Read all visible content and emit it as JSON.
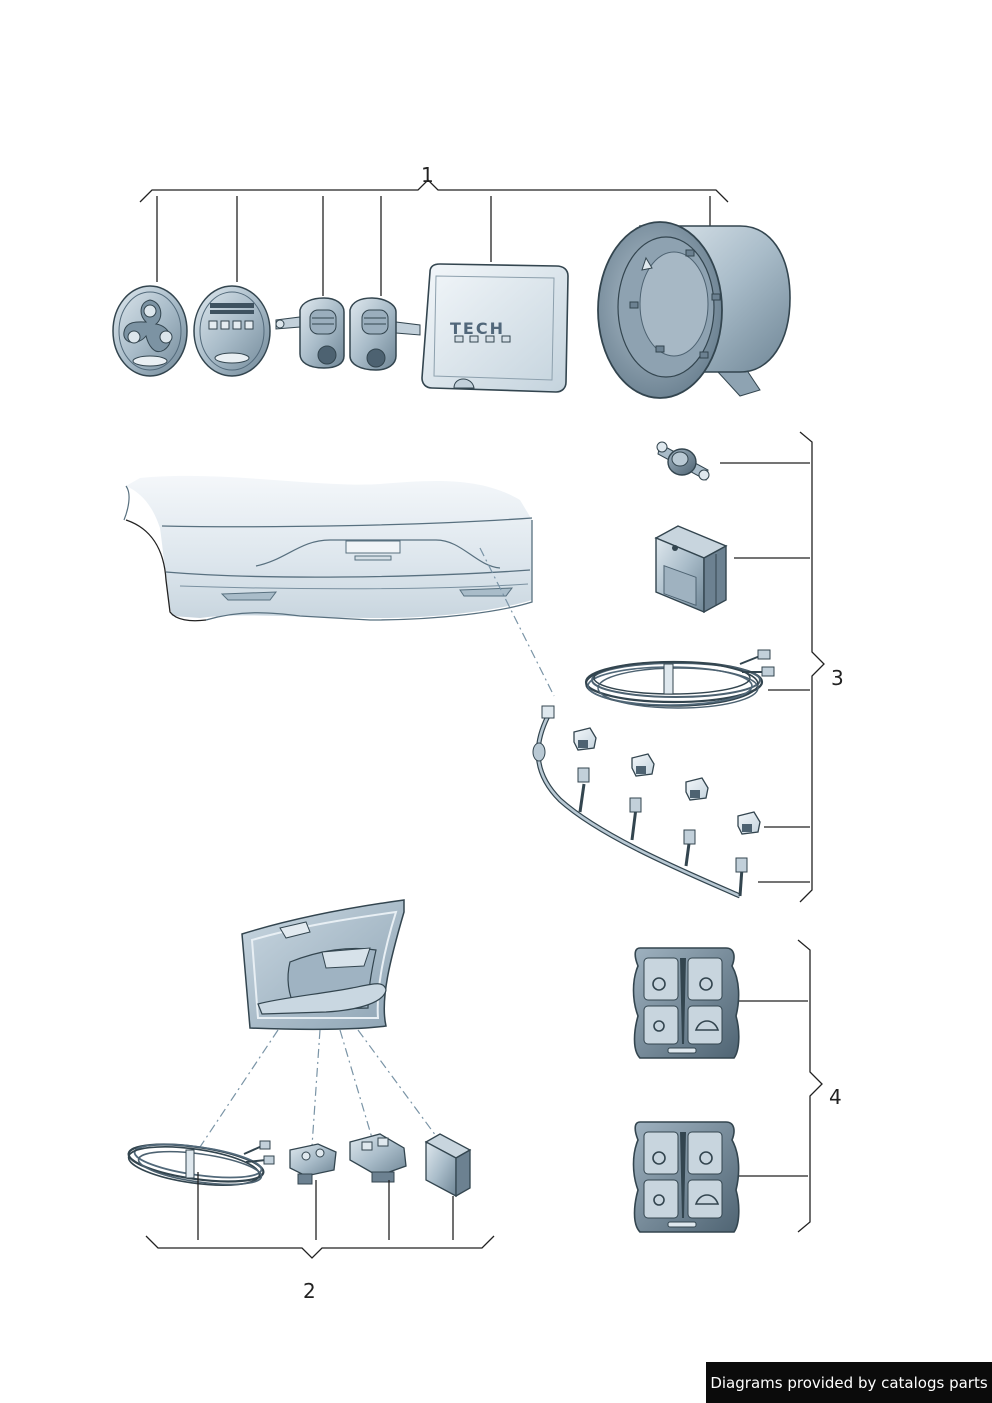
{
  "callouts": {
    "group_1": "1",
    "group_2": "2",
    "group_3": "3",
    "group_4": "4"
  },
  "module_label": "TECH",
  "credit": "Diagrams provided by catalogs parts"
}
